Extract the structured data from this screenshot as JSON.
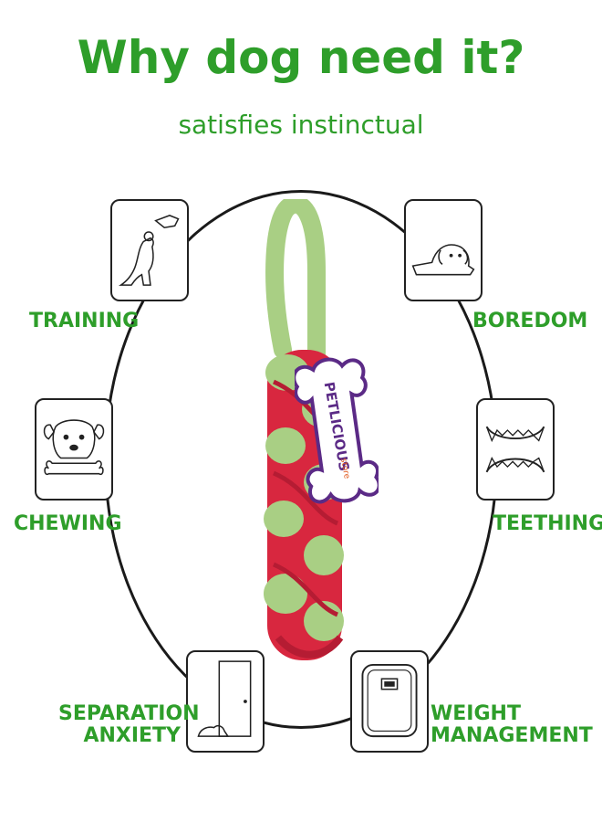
{
  "header": {
    "title": "Why dog need it?",
    "subtitle": "satisfies instinctual"
  },
  "tag": {
    "brand_text": "PETLICIOUS",
    "sub_text": "store"
  },
  "benefits": [
    {
      "label": "TRAINING",
      "icon": "dog-jumping-icon"
    },
    {
      "label": "CHEWING",
      "icon": "dog-chewing-bone-icon"
    },
    {
      "label": "SEPARATION",
      "label2": "ANXIETY",
      "icon": "dog-by-door-icon"
    },
    {
      "label": "BOREDOM",
      "icon": "dog-lying-icon"
    },
    {
      "label": "TEETHING",
      "icon": "teeth-icon"
    },
    {
      "label": "WEIGHT",
      "label2": "MANAGEMENT",
      "icon": "weighing-scale-icon"
    }
  ],
  "colors": {
    "accent": "#2e9e2a",
    "rope_red": "#d8273f",
    "rope_green": "#a9cf84",
    "tag_purple": "#5b2a86"
  }
}
